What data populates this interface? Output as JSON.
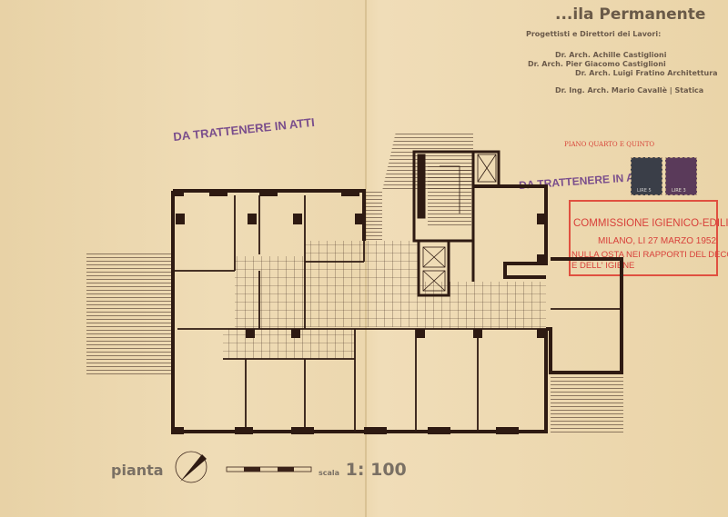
{
  "header": {
    "title": "...ila Permanente",
    "subtitle": "Progettisti e Direttori dei Lavori:",
    "credits": [
      "Dr. Arch. Achille Castiglioni",
      "Dr. Arch. Pier Giacomo Castiglioni",
      "Dr. Arch. Luigi Fratino   Architettura",
      "Dr. Ing. Arch. Mario Cavallè | Statica"
    ]
  },
  "floor_label": "PIANO QUARTO E QUINTO",
  "stamps": {
    "retain_1": "DA TRATTENERE IN ATTI",
    "retain_2": "DA TRATTENERE IN ATTI",
    "commission": {
      "line1": "COMMISSIONE IGIENICO-EDILIZIA",
      "line2": "MILANO, LI 27 MARZO 1952",
      "line3": "NULLA OSTA NEI RAPPORTI DEL DECORO",
      "line4": "E DELL' IGIENE"
    },
    "postage": [
      "LIRE 5",
      "LIRE 3"
    ]
  },
  "legend": {
    "plan_label": "pianta",
    "scale_prefix": "scala",
    "scale_value": "1: 100"
  },
  "colors": {
    "paper": "#ecd7ae",
    "ink": "#3a2218",
    "stamp_red": "#d8403a",
    "stamp_purple": "#7a4e8c"
  }
}
